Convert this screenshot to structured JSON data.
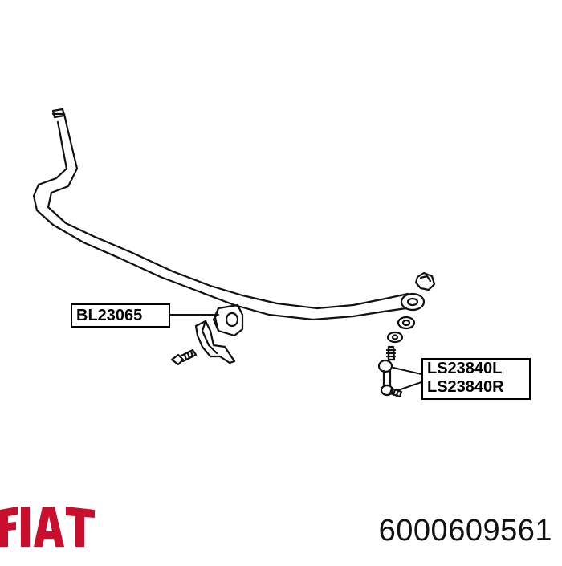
{
  "callouts": {
    "bushing": "BL23065",
    "link_left": "LS23840L",
    "link_right": "LS23840R"
  },
  "brand": {
    "logo_text": "FIAT",
    "color": "#c8102e"
  },
  "part_number": "6000609561",
  "colors": {
    "line": "#111111",
    "background": "#ffffff"
  }
}
